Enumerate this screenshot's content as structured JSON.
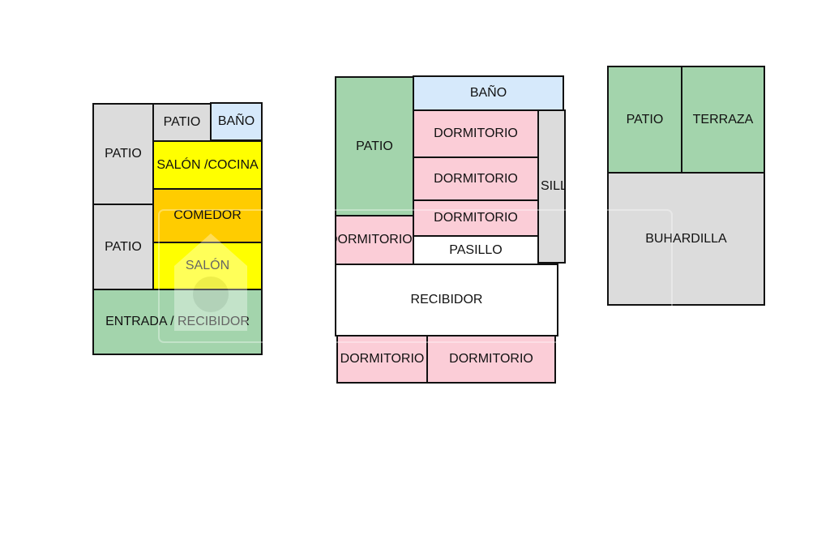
{
  "colors": {
    "patio": "#a3d4ac",
    "grey_room": "#dcdcdc",
    "bathroom": "#d6e9fb",
    "living": "#ffff00",
    "dining": "#ffcc00",
    "bedroom": "#fbcdd7",
    "hall": "#ffffff",
    "walls": "#111111"
  },
  "plan_left": {
    "patio_top": "PATIO",
    "patio_small": "PATIO",
    "bano": "BAÑO",
    "salon_cocina": "SALÓN /COCINA",
    "comedor": "COMEDOR",
    "patio_mid": "PATIO",
    "salon": "SALÓN",
    "entrada": "ENTRADA / RECIBIDOR"
  },
  "plan_middle": {
    "patio": "PATIO",
    "bano": "BAÑO",
    "dormitorio_1": "DORMITORIO",
    "dormitorio_2": "DORMITORIO",
    "pasillo_vertical": "SILLO",
    "dormitorio_3": "DORMITORIO",
    "dormitorio_left": "DORMITORIO",
    "pasillo": "PASILLO",
    "recibidor": "RECIBIDOR",
    "dormitorio_bottom_left": "DORMITORIO",
    "dormitorio_bottom_right": "DORMITORIO"
  },
  "plan_right": {
    "patio": "PATIO",
    "terraza": "TERRAZA",
    "buhardilla": "BUHARDILLA"
  }
}
